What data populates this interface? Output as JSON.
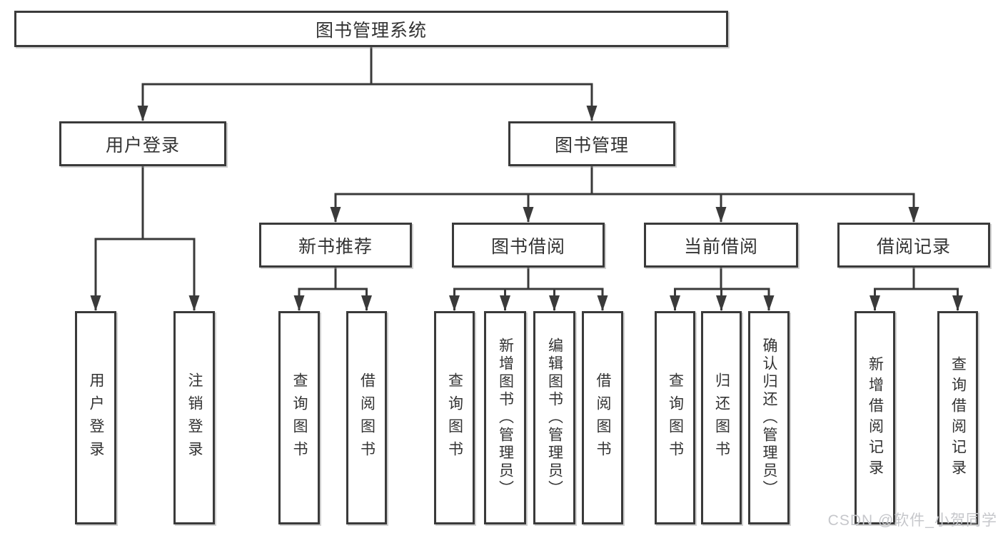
{
  "diagram": {
    "root": {
      "label": "图书管理系统"
    },
    "branches": [
      {
        "label": "用户登录",
        "children": [
          {
            "label": "用户登录"
          },
          {
            "label": "注销登录"
          }
        ]
      },
      {
        "label": "图书管理",
        "sections": [
          {
            "label": "新书推荐",
            "children": [
              {
                "label": "查询图书"
              },
              {
                "label": "借阅图书"
              }
            ]
          },
          {
            "label": "图书借阅",
            "children": [
              {
                "label": "查询图书"
              },
              {
                "label": "新增图书（管理员）"
              },
              {
                "label": "编辑图书（管理员）"
              },
              {
                "label": "借阅图书"
              }
            ]
          },
          {
            "label": "当前借阅",
            "children": [
              {
                "label": "查询图书"
              },
              {
                "label": "归还图书"
              },
              {
                "label": "确认归还（管理员）"
              }
            ]
          },
          {
            "label": "借阅记录",
            "children": [
              {
                "label": "新增借阅记录"
              },
              {
                "label": "查询借阅记录"
              }
            ]
          }
        ]
      }
    ]
  },
  "watermark": {
    "text": "CSDN @软件_小贺同学"
  },
  "colors": {
    "line": "#3a3a3a",
    "border": "#3a3a3a",
    "text": "#333333",
    "background": "#ffffff",
    "watermark": "#c6c7cb"
  }
}
